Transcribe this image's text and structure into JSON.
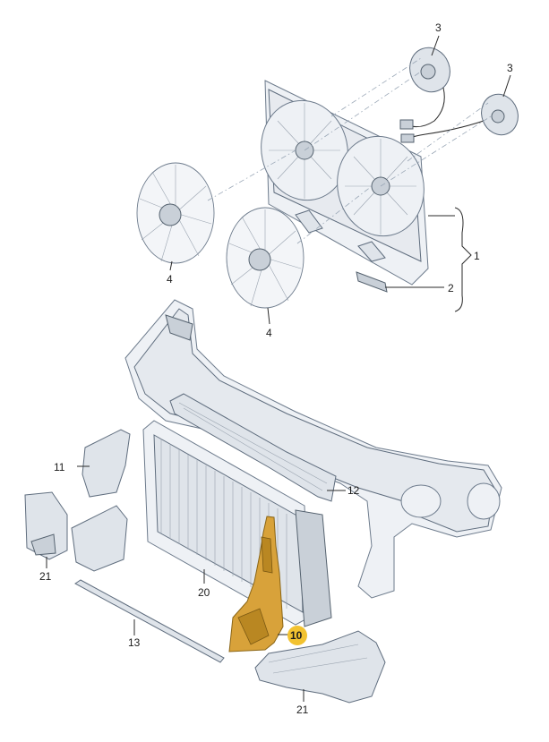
{
  "callouts": {
    "c1": "1",
    "c2": "2",
    "c3a": "3",
    "c3b": "3",
    "c4a": "4",
    "c4b": "4",
    "c10": "10",
    "c11": "11",
    "c12": "12",
    "c13": "13",
    "c20": "20",
    "c21a": "21",
    "c21b": "21"
  },
  "highlight_color": "#F2C230",
  "part_color": "#EEF1F5"
}
